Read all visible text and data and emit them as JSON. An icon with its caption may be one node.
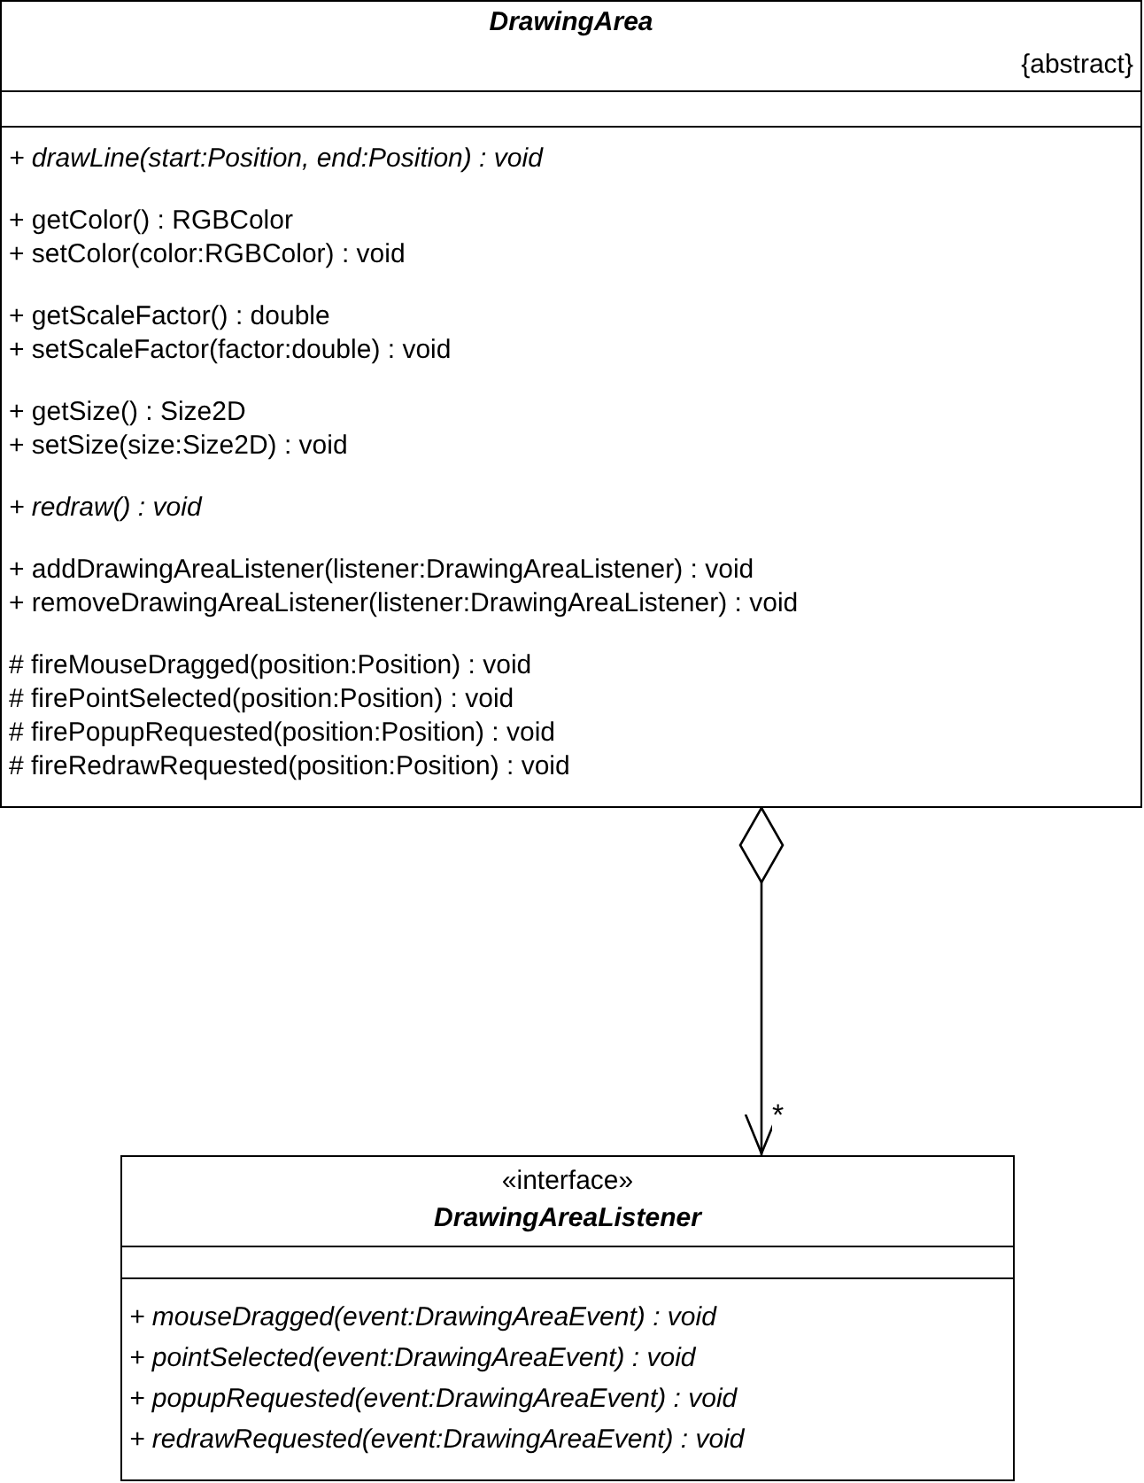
{
  "diagram": {
    "nodes": [
      {
        "text": [
          "DrawingArea",
          "{abstract}",
          "+ drawLine(start:Position, end:Position) : void",
          "+ getColor() : RGBColor",
          "+ setColor(color:RGBColor) : void",
          "+ getScaleFactor() : double",
          "+ setScaleFactor(factor:double) : void",
          "+ getSize() : Size2D",
          "+ setSize(size:Size2D) : void",
          "+ redraw() : void",
          "+ addDrawingAreaListener(listener:DrawingAreaListener) : void",
          "+ removeDrawingAreaListener(listener:DrawingAreaListener) : void",
          "# fireMouseDragged(position:Position) : void",
          "# firePointSelected(position:Position) : void",
          "# firePopupRequested(position:Position) : void",
          "# fireRedrawRequested(position:Position) : void"
        ]
      },
      {
        "text": [
          "«interface»",
          "DrawingAreaListener",
          "+ mouseDragged(event:DrawingAreaEvent) : void",
          "+ pointSelected(event:DrawingAreaEvent) : void",
          "+ popupRequested(event:DrawingAreaEvent) : void",
          "+ redrawRequested(event:DrawingAreaEvent) : void"
        ]
      }
    ],
    "edges": [
      {
        "from": 0,
        "to": 1,
        "arrow": "to",
        "label": "*"
      }
    ]
  }
}
